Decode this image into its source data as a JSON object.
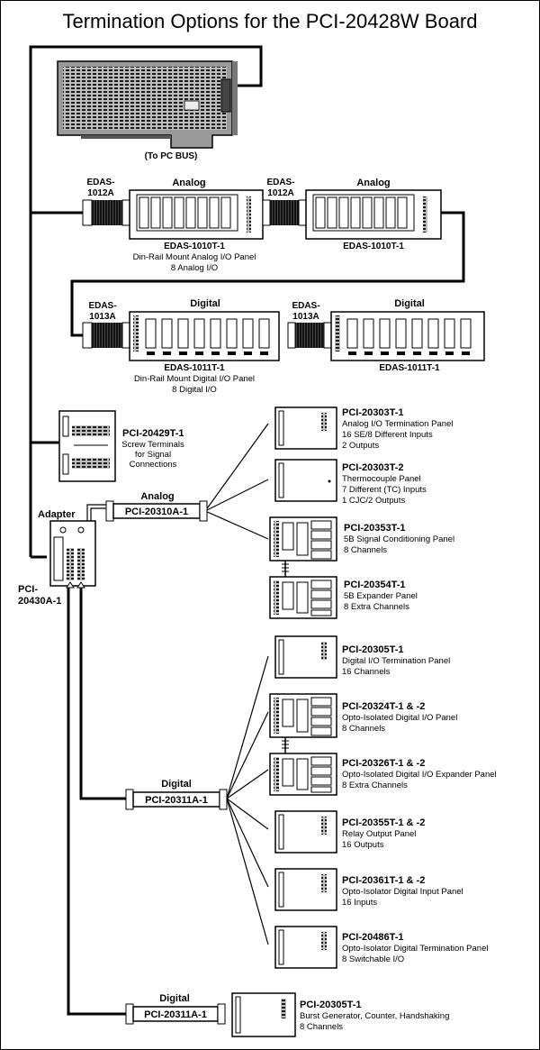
{
  "title": "Termination Options for the PCI-20428W Board",
  "board": {
    "label": "(To PC BUS)"
  },
  "analog_din": {
    "adapter_label_1": "EDAS-",
    "adapter_label_2": "1012A",
    "panel_header": "Analog",
    "panel_name": "EDAS-1010T-1",
    "desc_1": "Din-Rail Mount Analog I/O Panel",
    "desc_2": "8 Analog I/O",
    "adapter2_label_1": "EDAS-",
    "adapter2_label_2": "1012A",
    "panel2_header": "Analog",
    "panel2_name": "EDAS-1010T-1"
  },
  "digital_din": {
    "adapter_label_1": "EDAS-",
    "adapter_label_2": "1013A",
    "panel_header": "Digital",
    "panel_name": "EDAS-1011T-1",
    "desc_1": "Din-Rail Mount Digital I/O Panel",
    "desc_2": "8 Digital I/O",
    "adapter2_label_1": "EDAS-",
    "adapter2_label_2": "1013A",
    "panel2_header": "Digital",
    "panel2_name": "EDAS-1011T-1"
  },
  "screw_terminal": {
    "name": "PCI-20429T-1",
    "desc_1": "Screw Terminals",
    "desc_2": "for Signal",
    "desc_3": "Connections"
  },
  "adapter": {
    "label": "Adapter",
    "name_1": "PCI-",
    "name_2": "20430A-1"
  },
  "analog_cable": {
    "header": "Analog",
    "name": "PCI-20310A-1"
  },
  "digital_cable_1": {
    "header": "Digital",
    "name": "PCI-20311A-1"
  },
  "digital_cable_2": {
    "header": "Digital",
    "name": "PCI-20311A-1"
  },
  "analog_panels": [
    {
      "name": "PCI-20303T-1",
      "lines": [
        "Analog I/O Termination Panel",
        "16 SE/8 Different Inputs",
        "2 Outputs"
      ]
    },
    {
      "name": "PCI-20303T-2",
      "lines": [
        "Thermocouple Panel",
        "7 Different (TC) Inputs",
        "1 CJC/2 Outputs"
      ]
    },
    {
      "name": "PCI-20353T-1",
      "lines": [
        "5B Signal Conditioning Panel",
        "8 Channels"
      ]
    },
    {
      "name": "PCI-20354T-1",
      "lines": [
        "5B Expander Panel",
        "8 Extra Channels"
      ]
    }
  ],
  "digital_panels": [
    {
      "name": "PCI-20305T-1",
      "lines": [
        "Digital I/O Termination Panel",
        "16 Channels"
      ]
    },
    {
      "name": "PCI-20324T-1 & -2",
      "lines": [
        "Opto-Isolated Digital I/O Panel",
        "8 Channels"
      ]
    },
    {
      "name": "PCI-20326T-1 & -2",
      "lines": [
        "Opto-Isolated Digital I/O Expander Panel",
        "8 Extra Channels"
      ]
    },
    {
      "name": "PCI-20355T-1 & -2",
      "lines": [
        "Relay Output Panel",
        "16 Outputs"
      ]
    },
    {
      "name": "PCI-20361T-1 & -2",
      "lines": [
        "Opto-Isolator Digital Input Panel",
        "16 Inputs"
      ]
    },
    {
      "name": "PCI-20486T-1",
      "lines": [
        "Opto-Isolator Digital Termination Panel",
        "8 Switchable I/O"
      ]
    }
  ],
  "bottom_panel": {
    "name": "PCI-20305T-1",
    "lines": [
      "Burst Generator, Counter, Handshaking",
      "8 Channels"
    ]
  }
}
